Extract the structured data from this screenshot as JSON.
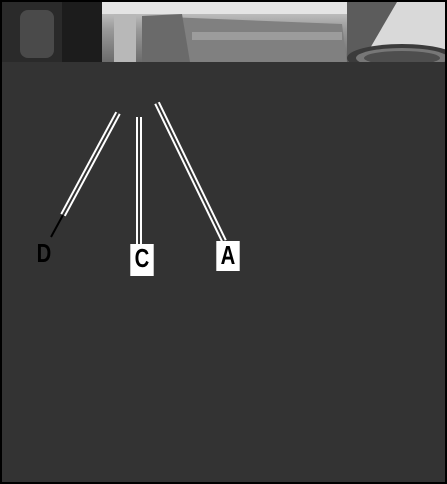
{
  "figure": {
    "colors": {
      "background": "#333333",
      "frame": "#000000",
      "callout_box": "#ffffff",
      "callout_text": "#000000",
      "leader_line": "#ffffff"
    },
    "callouts": [
      {
        "id": "D",
        "label": "D",
        "style": "plain"
      },
      {
        "id": "C",
        "label": "C",
        "style": "boxed"
      },
      {
        "id": "A",
        "label": "A",
        "style": "boxed"
      }
    ]
  }
}
